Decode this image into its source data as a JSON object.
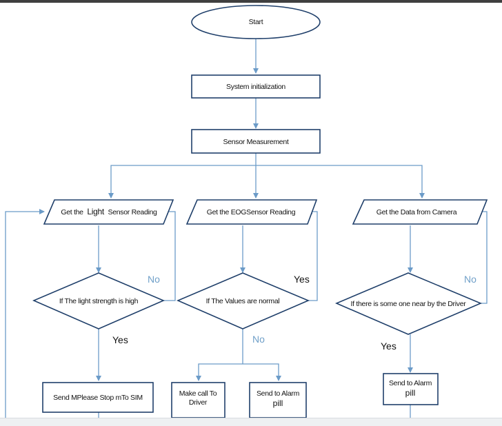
{
  "flowchart": {
    "start": "Start",
    "init": "System initialization",
    "measure": "Sensor Measurement",
    "light_read_pre": "Get the",
    "light_read_word": "Light",
    "light_read_post": "Sensor Reading",
    "eog_read": "Get the EOGSensor Reading",
    "camera_read": "Get the Data from Camera",
    "light_decision": "If The light strength is high",
    "eog_decision": "If The Values are normal",
    "camera_decision": "If there is some one near by the Driver",
    "send_sim": "Send MPlease Stop mTo SIM",
    "call_line1": "Make call To",
    "call_line2": "Driver",
    "alarm1_line1": "Send to Alarm",
    "alarm1_line2": "pill",
    "alarm2_line1": "Send to Alarm",
    "alarm2_line2": "pill",
    "light_no": "No",
    "light_yes": "Yes",
    "eog_yes": "Yes",
    "eog_no": "No",
    "camera_no": "No",
    "camera_yes": "Yes"
  },
  "colors": {
    "connector": "#6b9bc8",
    "node_border": "#1f3f6a",
    "label_blue": "#6f9fc8"
  }
}
